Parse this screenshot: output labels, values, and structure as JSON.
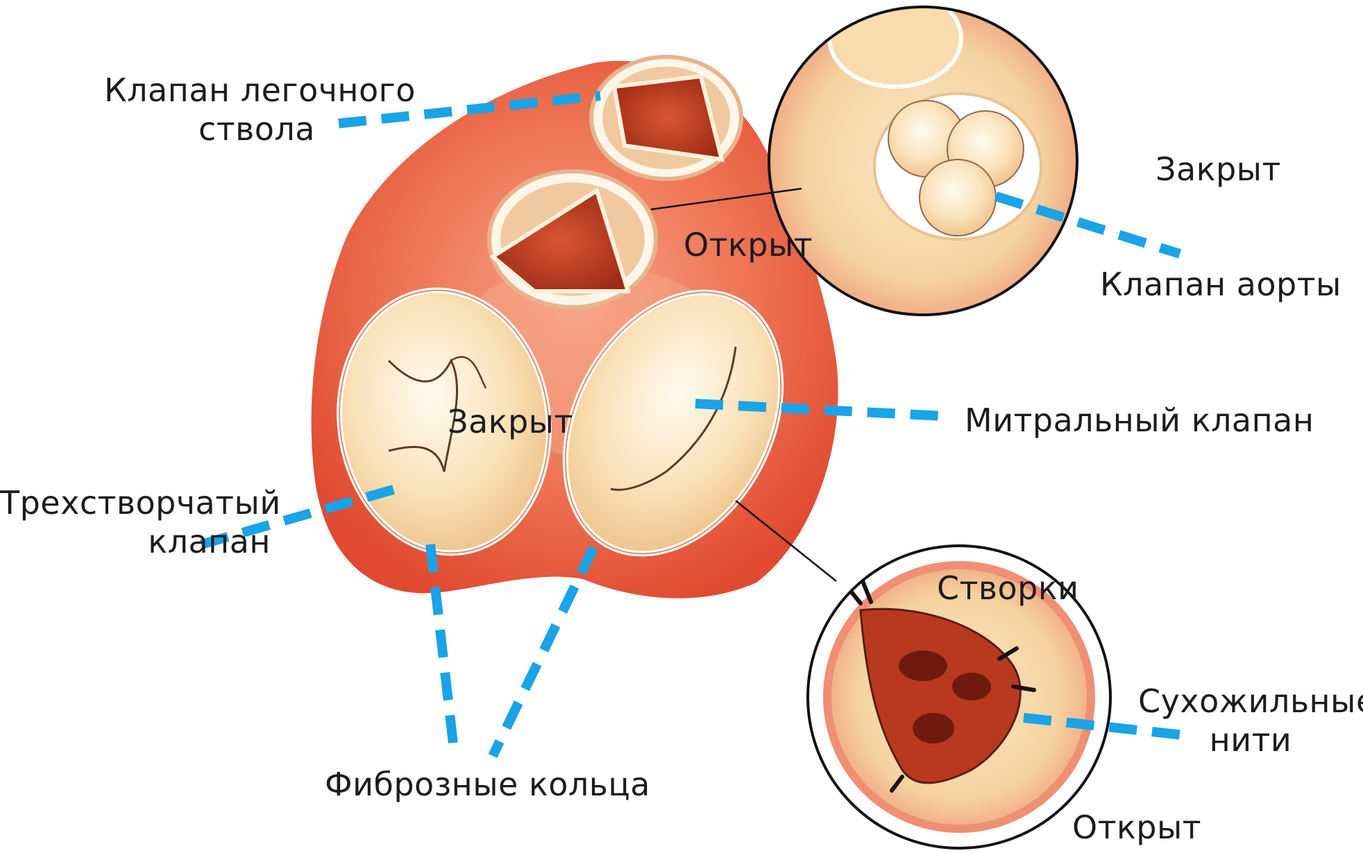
{
  "labels": {
    "pulmonary_valve_line1": "Клапан легочного",
    "pulmonary_valve_line2": "ствола",
    "open_top": "Открыт",
    "closed_inset": "Закрыт",
    "aortic_valve": "Клапан аорты",
    "closed_center": "Закрыт",
    "mitral_valve": "Митральный клапан",
    "tricuspid_line1": "Трехстворчатый",
    "tricuspid_line2": "клапан",
    "fibrous_rings": "Фиброзные кольца",
    "cusps": "Створки",
    "chordae_line1": "Сухожильные",
    "chordae_line2": "нити",
    "open_bottom": "Открыт"
  },
  "colors": {
    "heart_base": "#e8553a",
    "heart_light": "#f28a6a",
    "valve_cream": "#f6d7a6",
    "leader_blue": "#1aa3e6"
  }
}
